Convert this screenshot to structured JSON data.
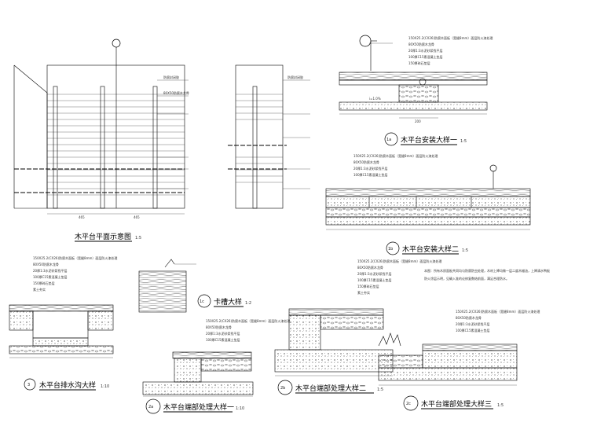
{
  "titles": {
    "plan": "木平台平面示意图",
    "detail_1a": "木平台安装大样一",
    "detail_1b": "木平台安装大样二",
    "detail_1c": "卡槽大样",
    "detail_3": "木平台排水沟大样",
    "detail_2a": "木平台端部处理大样一",
    "detail_2b": "木平台端部处理大样二",
    "detail_2c": "木平台端部处理大样三"
  },
  "callouts": {
    "c1a": "1a",
    "c1b": "1b",
    "c1c": "1c",
    "c3": "3",
    "c2a": "2a",
    "c2b": "2b",
    "c2c": "2c"
  },
  "scales": {
    "plan": "1:5",
    "s1a": "1:5",
    "s1b": "1:5",
    "s1c": "1:2",
    "s3": "1:10",
    "s2a": "1:10",
    "s2b": "1:5",
    "s2c": "1:5"
  },
  "plan_dims": {
    "d1": "465",
    "d2": "465"
  },
  "dims_1a": {
    "span": "200",
    "slope": "i=1.0%"
  },
  "notes": {
    "line1": "本图：所有木质面板共同均匀防腐防虫处理，木材上降均做一层二度木蜡油，上降清水鸭板",
    "line2": "防火涂层示明，见确入准的论修复数结前面，满足合理防水。"
  },
  "anno": {
    "deck_spec": "150X25.2(CX26)防腐木面板（宽缝8mm）面层防火漆处理",
    "joist": "80X50防腐木龙骨",
    "mortar": "20厚1:3水泥砂浆找平层",
    "concrete": "100厚C15素混凝土垫层",
    "gravel": "150厚碎石垫层",
    "soil": "素土夯实",
    "sealant": "防腐封闭胶"
  }
}
